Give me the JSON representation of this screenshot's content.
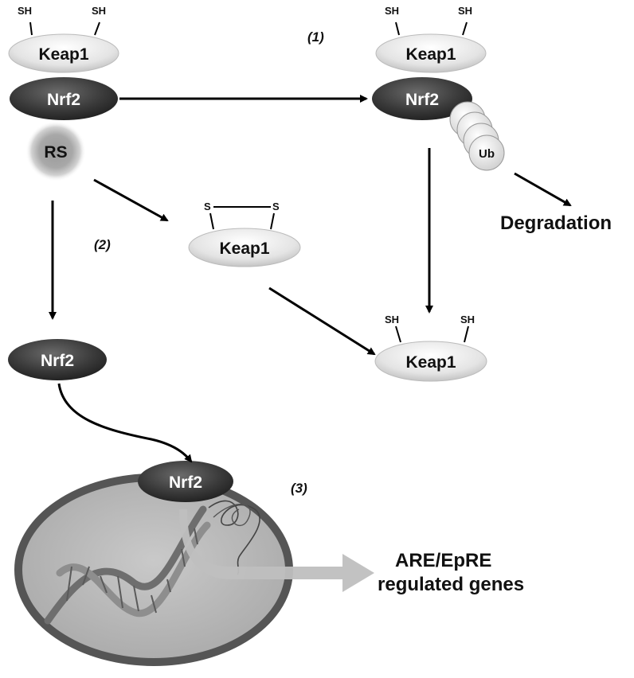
{
  "labels": {
    "keap1": "Keap1",
    "nrf2": "Nrf2",
    "sh": "SH",
    "s": "S",
    "rs": "RS",
    "ub": "Ub",
    "degradation": "Degradation",
    "genes_line1": "ARE/EpRE",
    "genes_line2": "regulated genes"
  },
  "steps": {
    "step1": "(1)",
    "step2": "(2)",
    "step3": "(3)"
  },
  "colors": {
    "keap1_fill": "#e3e3e3",
    "nrf2_fill": "#3a3a3a",
    "rs_fill": "#a9a9a9",
    "nucleus_fill": "#bdbdbd",
    "nucleus_border": "#555555",
    "gene_arrow": "#bfbfbf",
    "arrow": "#000000"
  }
}
